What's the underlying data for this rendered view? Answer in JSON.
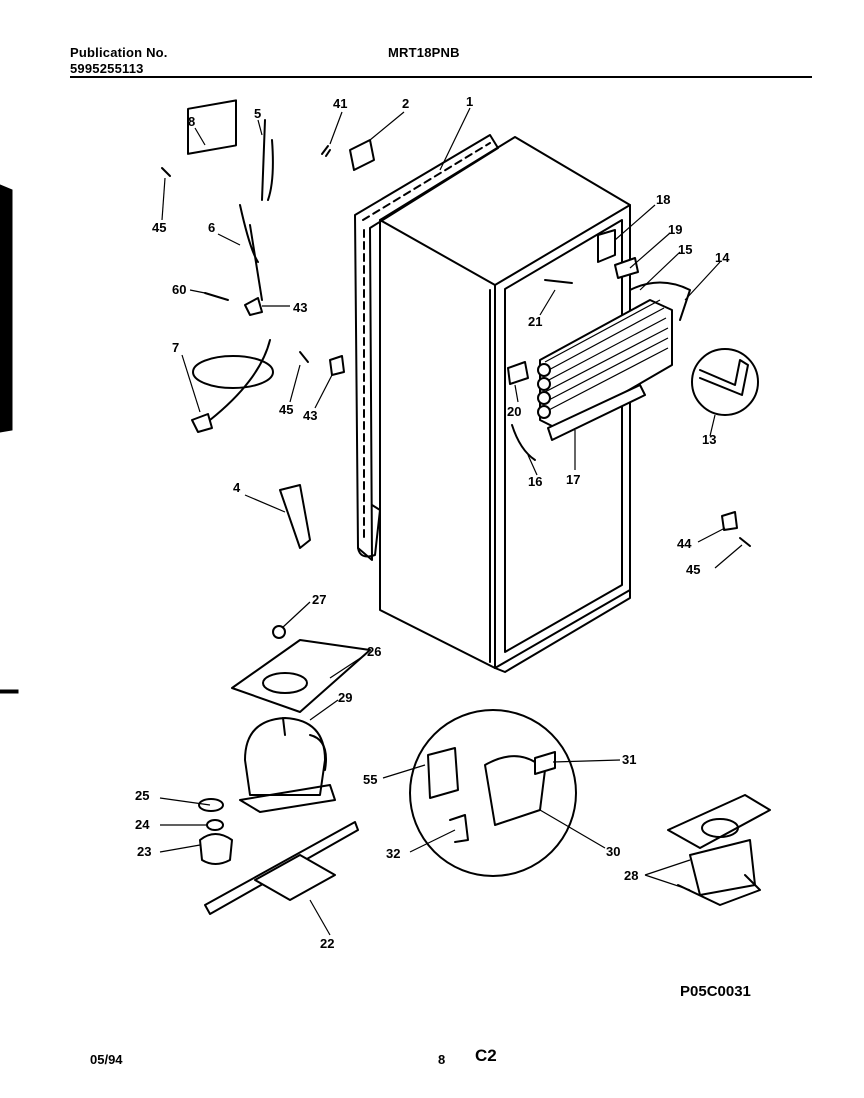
{
  "header": {
    "publication_label": "Publication No.",
    "publication_number": "5995255113",
    "model": "MRT18PNB"
  },
  "diagram_code": "P05C0031",
  "footer": {
    "date": "05/94",
    "page": "8",
    "section": "C2"
  },
  "callouts": [
    "1",
    "2",
    "41",
    "8",
    "5",
    "45",
    "6",
    "60",
    "43",
    "7",
    "45",
    "43",
    "18",
    "19",
    "15",
    "14",
    "21",
    "20",
    "13",
    "16",
    "17",
    "4",
    "44",
    "45",
    "27",
    "26",
    "29",
    "31",
    "25",
    "55",
    "24",
    "23",
    "32",
    "30",
    "28",
    "22"
  ]
}
